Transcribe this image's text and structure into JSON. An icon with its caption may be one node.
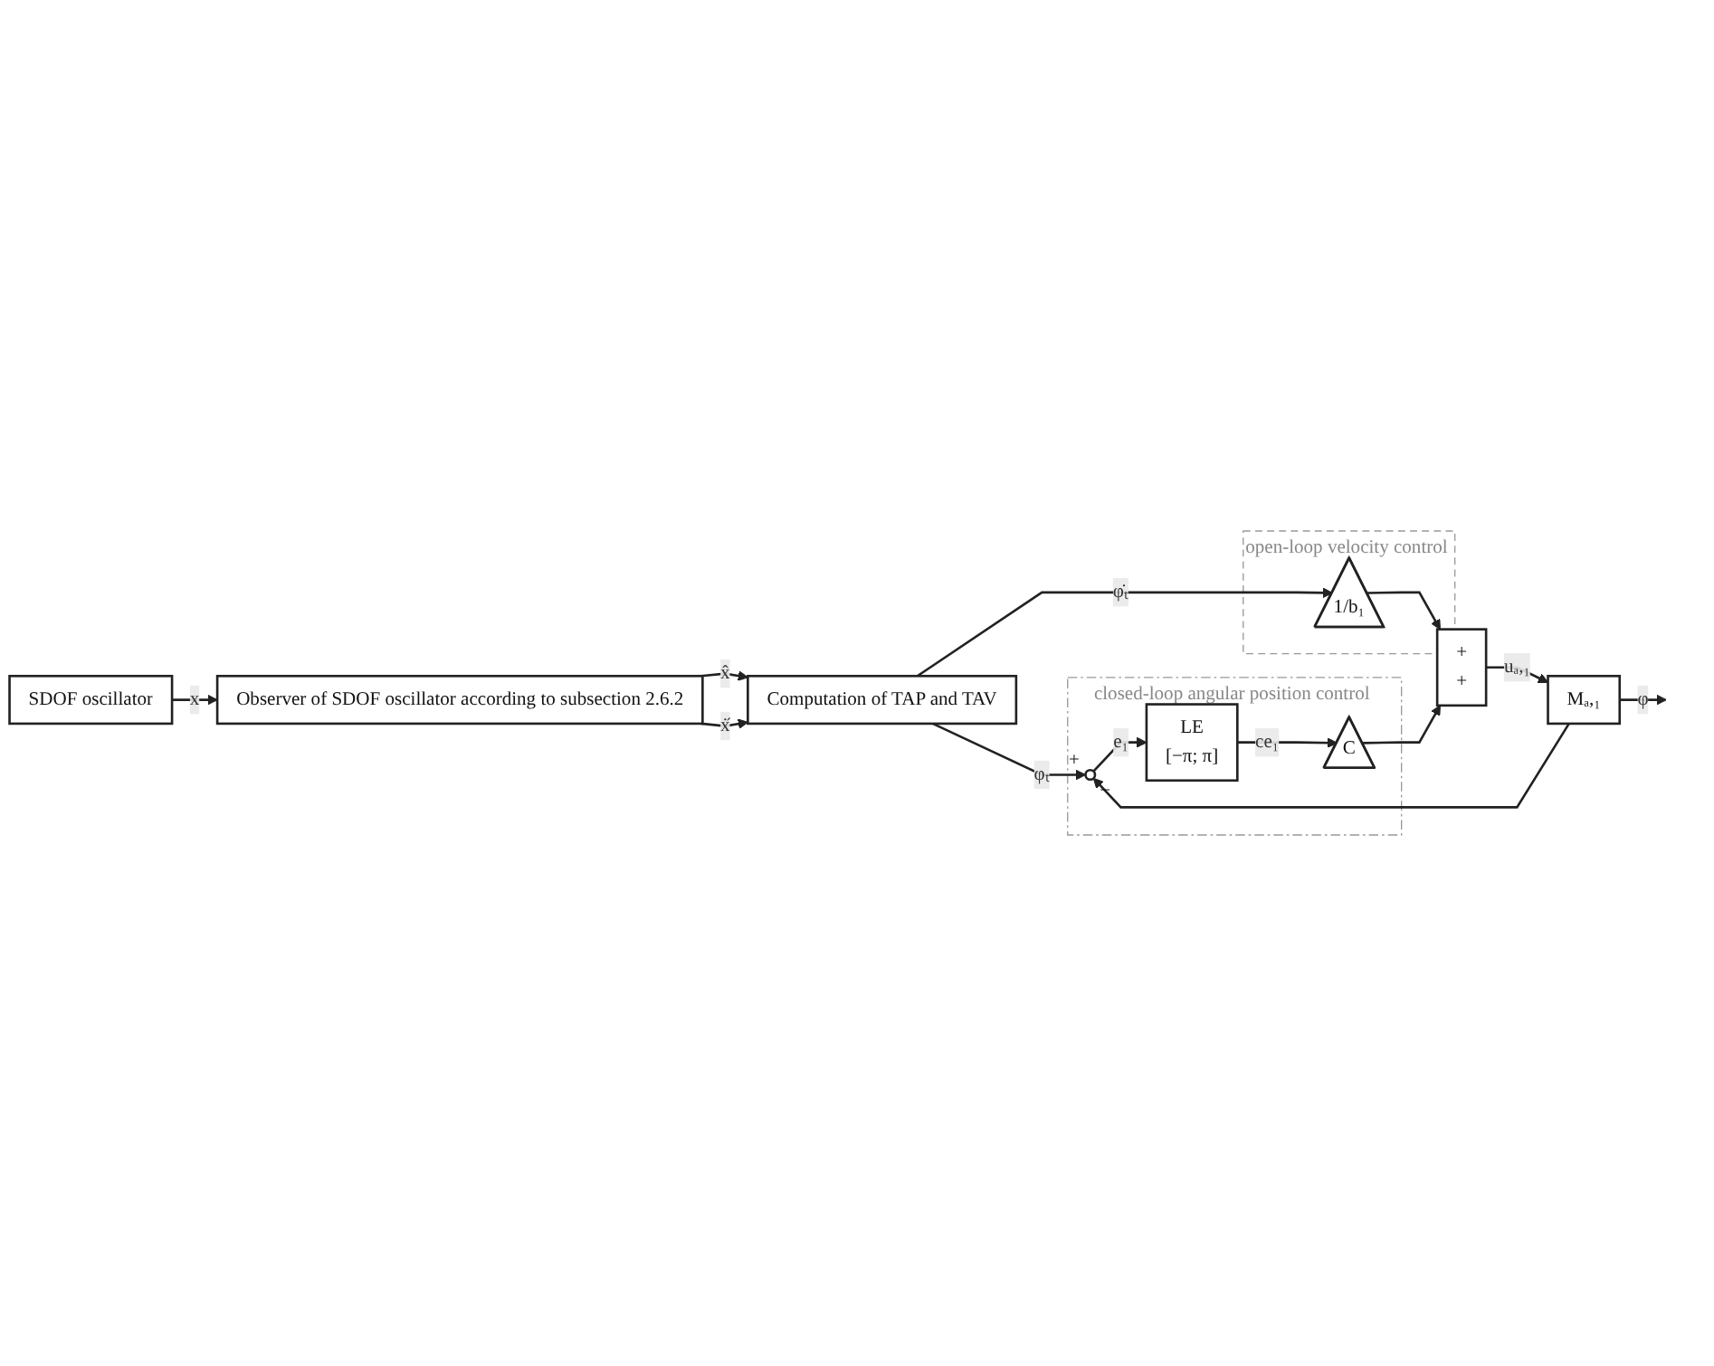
{
  "diagram": {
    "nodes": [
      {
        "text": [
          "SDOF oscillator"
        ]
      },
      {
        "text": [
          "Observer of SDOF oscillator according to subsection 2.6.2"
        ]
      },
      {
        "text": [
          "Computation of TAP and TAV"
        ]
      },
      {
        "text": [
          "open-loop velocity control"
        ]
      },
      {
        "text": [
          "1/b₁"
        ],
        "in": 3
      },
      {
        "text": [
          "closed-loop angular position control"
        ]
      },
      {
        "text": [],
        "shape": "circle",
        "in": 5,
        "beside": [
          "+",
          "−"
        ]
      },
      {
        "text": [
          "LE",
          "[−π; π]"
        ],
        "in": 5
      },
      {
        "text": [
          "C"
        ],
        "in": 5
      },
      {
        "text": [
          "+",
          "+"
        ]
      },
      {
        "text": [
          "Mₐ,₁"
        ]
      }
    ],
    "edges": [
      {
        "from": 0,
        "to": 1,
        "arrow": "to",
        "label": "x"
      },
      {
        "from": 1,
        "to": 2,
        "arrow": "to",
        "label": "x̂"
      },
      {
        "from": 1,
        "to": 2,
        "arrow": "to",
        "label": "ẋ̂"
      },
      {
        "from": 2,
        "to": 6,
        "arrow": "to",
        "label": "φₜ"
      },
      {
        "from": 2,
        "to": 4,
        "arrow": "to",
        "label": "φ̇ₜ"
      },
      {
        "from": 4,
        "to": 9,
        "arrow": "to"
      },
      {
        "from": 6,
        "to": 7,
        "arrow": "to",
        "label": "e₁"
      },
      {
        "from": 7,
        "to": 8,
        "arrow": "to",
        "label": "ce₁"
      },
      {
        "from": 8,
        "to": 9,
        "arrow": "to"
      },
      {
        "from": 9,
        "to": 10,
        "arrow": "to",
        "label": "uₐ,₁"
      },
      {
        "from": 10,
        "to": null,
        "arrow": "to",
        "label": "φ"
      },
      {
        "from": 10,
        "to": 6,
        "arrow": "to"
      }
    ]
  }
}
